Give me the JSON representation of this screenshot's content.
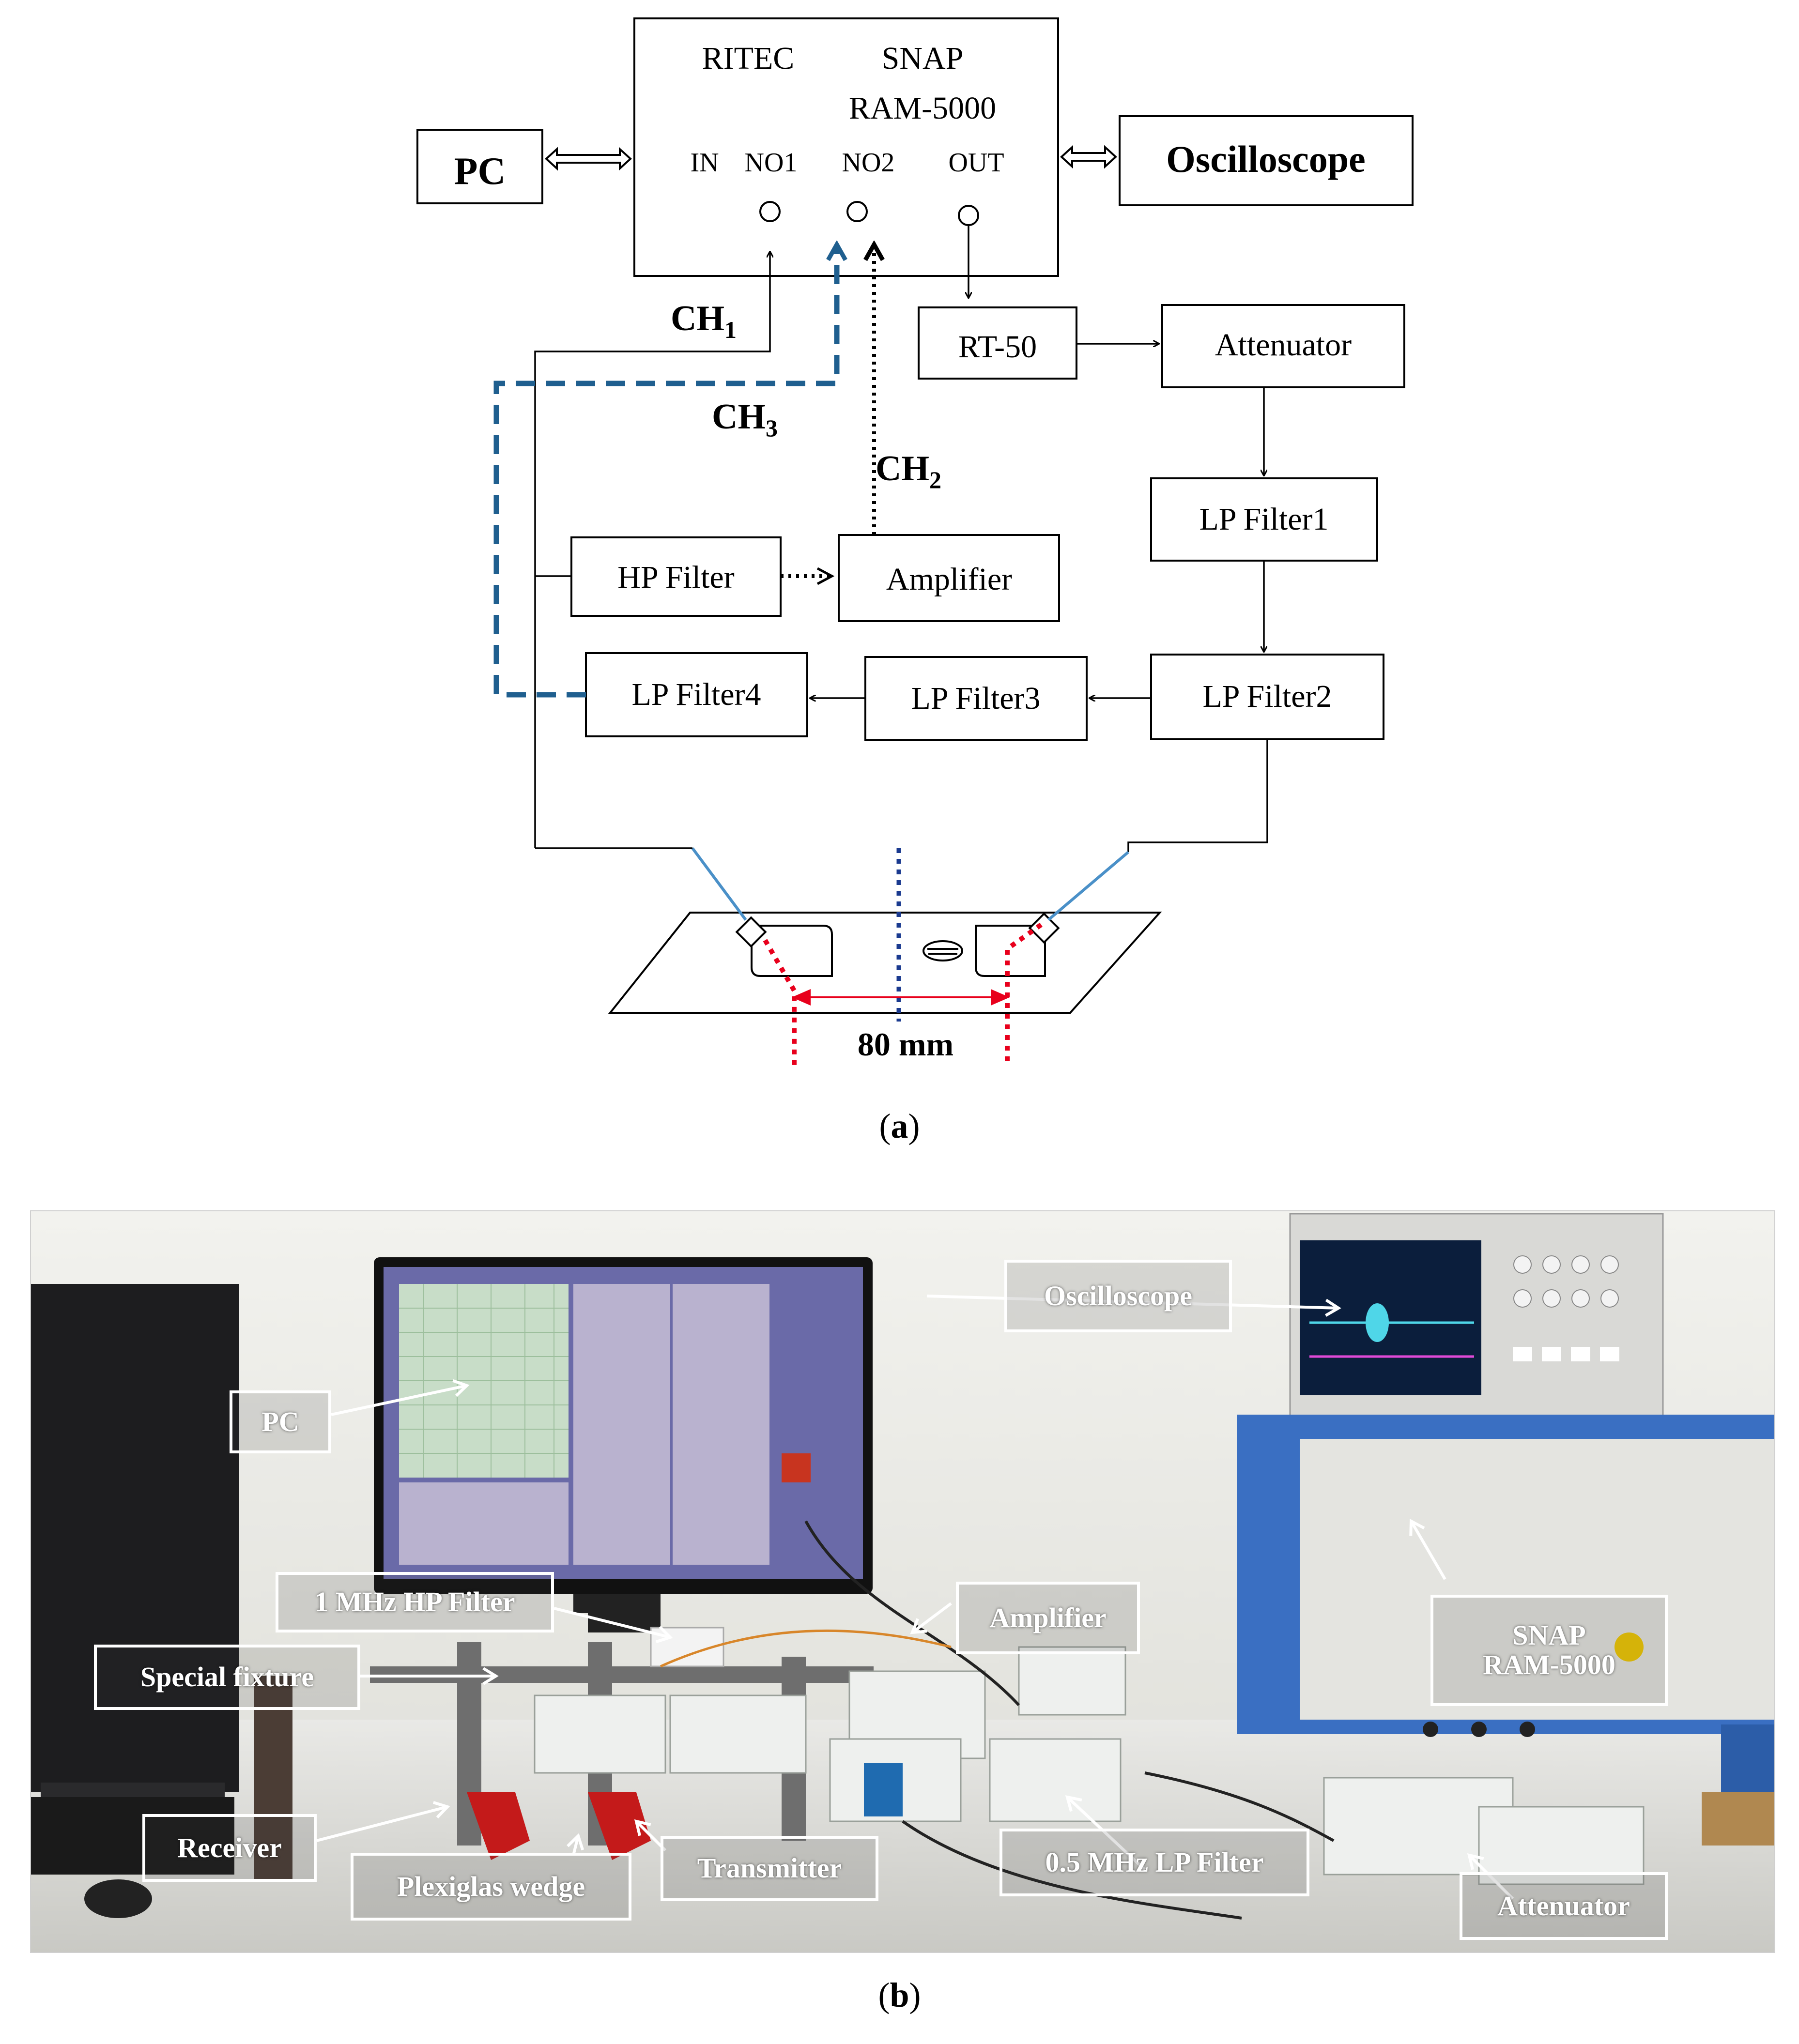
{
  "diagram": {
    "ritec_unit": {
      "brand": "RITEC",
      "model_line1": "SNAP",
      "model_line2": "RAM-5000",
      "port_in": "IN",
      "port_no1": "NO1",
      "port_no2": "NO2",
      "port_out": "OUT"
    },
    "pc_label": "PC",
    "oscilloscope_label": "Oscilloscope",
    "rt50_label": "RT-50",
    "attenuator_label": "Attenuator",
    "lp_filter1_label": "LP Filter1",
    "lp_filter2_label": "LP Filter2",
    "lp_filter3_label": "LP Filter3",
    "lp_filter4_label": "LP Filter4",
    "hp_filter_label": "HP Filter",
    "amplifier_label": "Amplifier",
    "ch1_label": "CH",
    "ch1_sub": "1",
    "ch2_label": "CH",
    "ch2_sub": "2",
    "ch3_label": "CH",
    "ch3_sub": "3",
    "distance_label": "80 mm",
    "colors": {
      "ch3_line": "#1f5f8f",
      "probe_cable": "#4a90c8",
      "sensor_marks": "#e8001c",
      "center_line": "#1a3a8f"
    }
  },
  "caption_a": {
    "open": "(",
    "letter": "a",
    "close": ")"
  },
  "photo": {
    "labels": {
      "oscilloscope": "Oscilloscope",
      "pc": "PC",
      "hp_filter": "1 MHz HP Filter",
      "special_fixture": "Special fixture",
      "amplifier": "Amplifier",
      "snap_line1": "SNAP",
      "snap_line2": "RAM-5000",
      "receiver": "Receiver",
      "plexiglas_wedge": "Plexiglas wedge",
      "transmitter": "Transmitter",
      "lp_filter": "0.5 MHz LP Filter",
      "attenuator": "Attenuator"
    }
  },
  "caption_b": {
    "open": "(",
    "letter": "b",
    "close": ")"
  }
}
